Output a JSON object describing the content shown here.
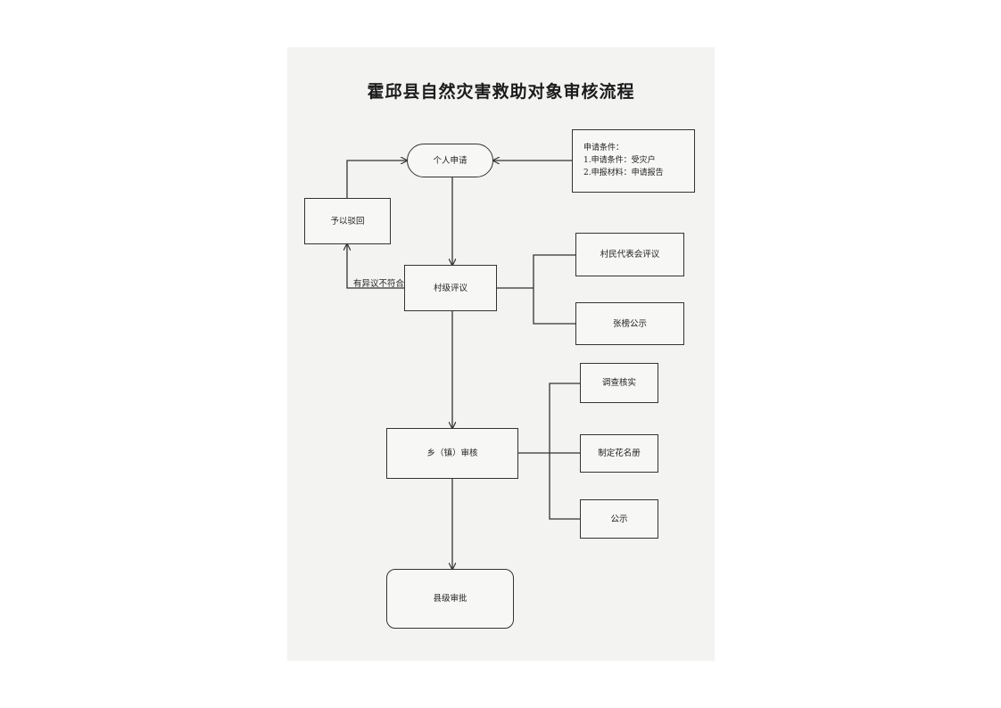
{
  "title": "霍邱县自然灾害救助对象审核流程",
  "nodes": {
    "apply": "个人申请",
    "reject": "予以驳回",
    "village": "村级评议",
    "villager_rep": "村民代表会评议",
    "publicity_1": "张榜公示",
    "investigate": "调查核实",
    "roster": "制定花名册",
    "publicity_2": "公示",
    "township": "乡（镇）审核",
    "county": "县级审批"
  },
  "conditions": {
    "heading": "申请条件：",
    "line1": "1.申请条件：受灾户",
    "line2": "2.申报材料：申请报告"
  },
  "edge_labels": {
    "objection": "有异议不符合"
  }
}
